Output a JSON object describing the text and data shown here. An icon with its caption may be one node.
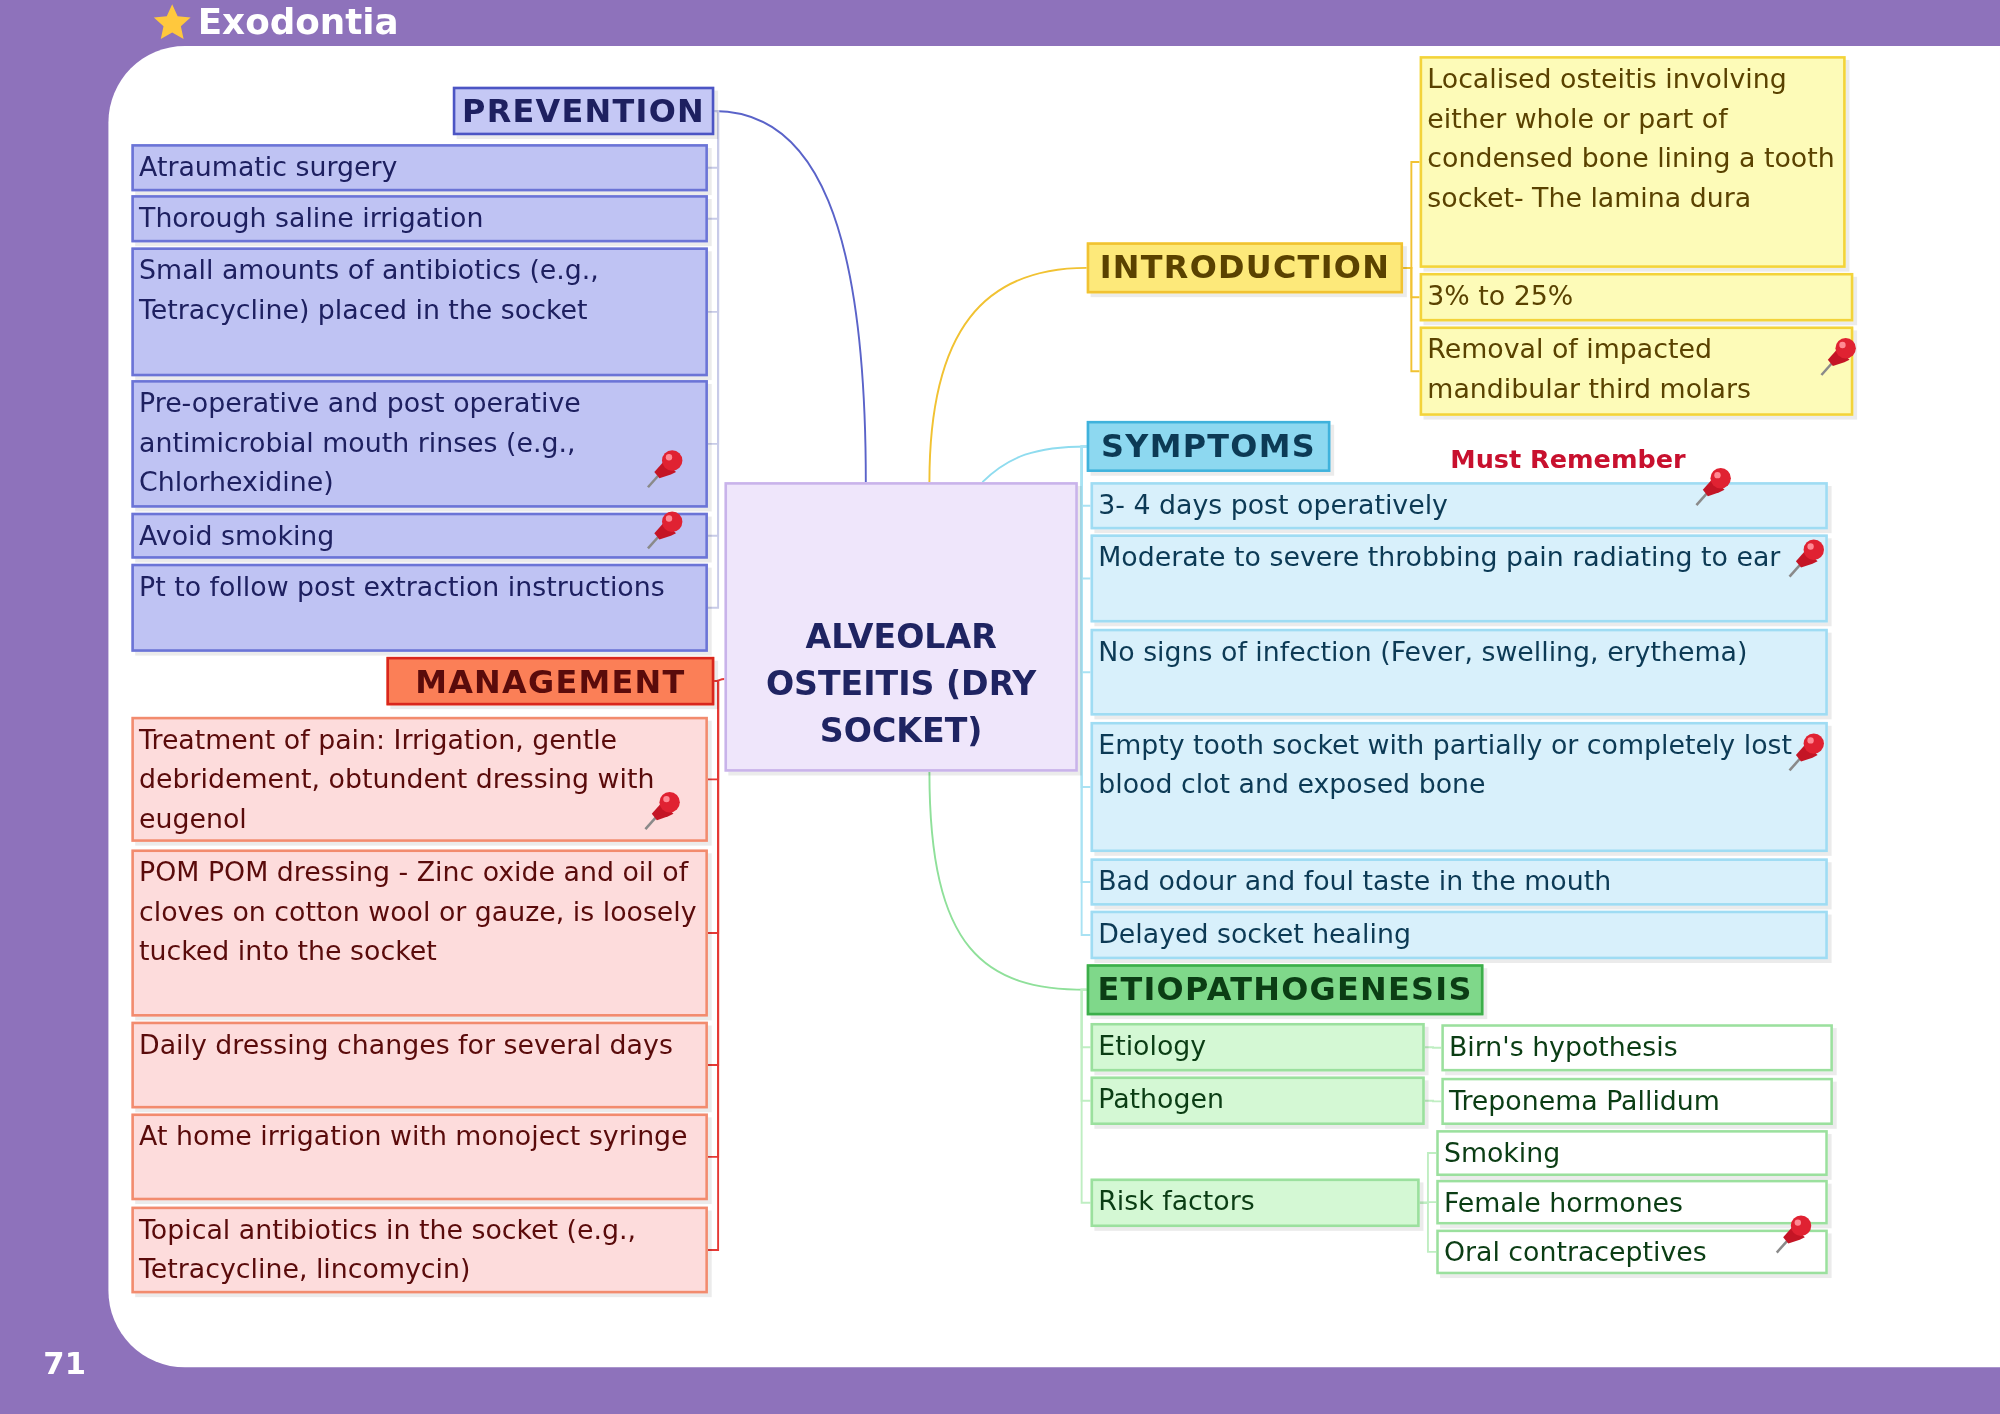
{
  "diagram": {
    "title": "Exodontia",
    "nodes": [
      {
        "text": [
          "ALVEOLAR OSTEITIS (DRY SOCKET)"
        ]
      },
      {
        "text": [
          "PREVENTION"
        ]
      },
      {
        "text": [
          "Atraumatic surgery"
        ]
      },
      {
        "text": [
          "Thorough saline irrigation"
        ]
      },
      {
        "text": [
          "Small amounts of antibiotics (e.g., Tetracycline) placed in the socket"
        ]
      },
      {
        "text": [
          "Pre-operative and post operative antimicrobial mouth rinses (e.g., Chlorhexidine)"
        ]
      },
      {
        "text": [
          "Avoid smoking"
        ]
      },
      {
        "text": [
          "Pt to follow post extraction instructions"
        ]
      },
      {
        "text": [
          "MANAGEMENT"
        ]
      },
      {
        "text": [
          "Treatment of pain: Irrigation, gentle debridement, obtundent dressing with eugenol"
        ]
      },
      {
        "text": [
          "POM POM dressing - Zinc oxide and oil of cloves on cotton wool or gauze, is loosely tucked into the socket"
        ]
      },
      {
        "text": [
          "Daily dressing changes for several days"
        ]
      },
      {
        "text": [
          "At home irrigation with monoject syringe"
        ]
      },
      {
        "text": [
          "Topical antibiotics in the socket (e.g., Tetracycline, lincomycin)"
        ]
      },
      {
        "text": [
          "INTRODUCTION"
        ]
      },
      {
        "text": [
          "Localised osteitis involving either whole or part of condensed bone lining a tooth socket- The lamina dura"
        ]
      },
      {
        "text": [
          "3% to 25%"
        ]
      },
      {
        "text": [
          "Removal of impacted mandibular third molars"
        ]
      },
      {
        "text": [
          "SYMPTOMS"
        ]
      },
      {
        "text": [
          "3- 4 days post operatively"
        ]
      },
      {
        "text": [
          "Moderate to severe throbbing pain radiating to ear"
        ]
      },
      {
        "text": [
          "No signs of infection (Fever, swelling, erythema)"
        ]
      },
      {
        "text": [
          "Empty tooth socket with partially or completely lost blood clot and exposed bone"
        ]
      },
      {
        "text": [
          "Bad odour and foul taste in the mouth"
        ]
      },
      {
        "text": [
          "Delayed socket healing"
        ]
      },
      {
        "text": [
          "ETIOPATHOGENESIS"
        ]
      },
      {
        "text": [
          "Etiology"
        ]
      },
      {
        "text": [
          "Birn's hypothesis"
        ]
      },
      {
        "text": [
          "Pathogen"
        ]
      },
      {
        "text": [
          "Treponema Pallidum"
        ]
      },
      {
        "text": [
          "Risk factors"
        ]
      },
      {
        "text": [
          "Smoking"
        ]
      },
      {
        "text": [
          "Female hormones"
        ]
      },
      {
        "text": [
          "Oral contraceptives"
        ]
      }
    ],
    "edges": [
      {
        "from": 0,
        "to": 1,
        "arrow": "none",
        "color": "#5a63c9"
      },
      {
        "from": 1,
        "to": 2,
        "arrow": "none",
        "color": "#c8cbe8"
      },
      {
        "from": 1,
        "to": 3,
        "arrow": "none",
        "color": "#c8cbe8"
      },
      {
        "from": 1,
        "to": 4,
        "arrow": "none",
        "color": "#c8cbe8"
      },
      {
        "from": 1,
        "to": 5,
        "arrow": "none",
        "color": "#c8cbe8"
      },
      {
        "from": 1,
        "to": 6,
        "arrow": "none",
        "color": "#c8cbe8"
      },
      {
        "from": 1,
        "to": 7,
        "arrow": "none",
        "color": "#c8cbe8"
      },
      {
        "from": 0,
        "to": 8,
        "arrow": "none",
        "color": "#e53935"
      },
      {
        "from": 8,
        "to": 9,
        "arrow": "none",
        "color": "#e53935"
      },
      {
        "from": 8,
        "to": 10,
        "arrow": "none",
        "color": "#e53935"
      },
      {
        "from": 8,
        "to": 11,
        "arrow": "none",
        "color": "#e53935"
      },
      {
        "from": 8,
        "to": 12,
        "arrow": "none",
        "color": "#e53935"
      },
      {
        "from": 8,
        "to": 13,
        "arrow": "none",
        "color": "#e53935"
      },
      {
        "from": 0,
        "to": 14,
        "arrow": "none",
        "color": "#f1c232"
      },
      {
        "from": 14,
        "to": 15,
        "arrow": "none",
        "color": "#f1c232"
      },
      {
        "from": 14,
        "to": 16,
        "arrow": "none",
        "color": "#f1c232"
      },
      {
        "from": 14,
        "to": 17,
        "arrow": "none",
        "color": "#f1c232"
      },
      {
        "from": 0,
        "to": 18,
        "arrow": "none",
        "color": "#8fdcef"
      },
      {
        "from": 18,
        "to": 19,
        "arrow": "none",
        "color": "#a9e2f3"
      },
      {
        "from": 18,
        "to": 20,
        "arrow": "none",
        "color": "#a9e2f3"
      },
      {
        "from": 18,
        "to": 21,
        "arrow": "none",
        "color": "#a9e2f3"
      },
      {
        "from": 18,
        "to": 22,
        "arrow": "none",
        "color": "#a9e2f3"
      },
      {
        "from": 18,
        "to": 23,
        "arrow": "none",
        "color": "#a9e2f3"
      },
      {
        "from": 18,
        "to": 24,
        "arrow": "none",
        "color": "#a9e2f3"
      },
      {
        "from": 0,
        "to": 25,
        "arrow": "none",
        "color": "#8fe09a"
      },
      {
        "from": 25,
        "to": 26,
        "arrow": "none",
        "color": "#bfeec2"
      },
      {
        "from": 25,
        "to": 28,
        "arrow": "none",
        "color": "#bfeec2"
      },
      {
        "from": 25,
        "to": 30,
        "arrow": "none",
        "color": "#bfeec2"
      },
      {
        "from": 26,
        "to": 27,
        "arrow": "none",
        "color": "#bfeec2"
      },
      {
        "from": 28,
        "to": 29,
        "arrow": "none",
        "color": "#bfeec2"
      },
      {
        "from": 30,
        "to": 31,
        "arrow": "none",
        "color": "#bfeec2"
      },
      {
        "from": 30,
        "to": 32,
        "arrow": "none",
        "color": "#bfeec2"
      },
      {
        "from": 30,
        "to": 33,
        "arrow": "none",
        "color": "#bfeec2"
      }
    ],
    "labels": [
      "Must Remember",
      "71"
    ]
  }
}
